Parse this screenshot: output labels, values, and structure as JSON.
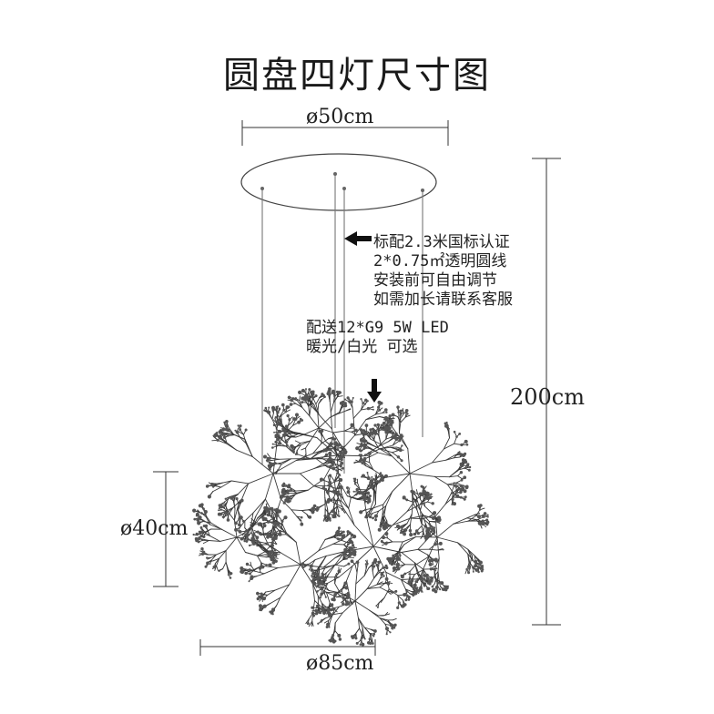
{
  "title": "圆盘四灯尺寸图",
  "dimensions": {
    "canopy_diameter": "ø50cm",
    "total_height": "200cm",
    "shade_height": "ø40cm",
    "shade_width": "ø85cm"
  },
  "notes": {
    "cable": [
      "标配2.3米国标认证",
      "2*0.75㎡透明圆线",
      "安装前可自由调节",
      "如需加长请联系客服"
    ],
    "bulb": [
      "配送12*G9 5W LED",
      "暖光/白光 可选"
    ]
  }
}
